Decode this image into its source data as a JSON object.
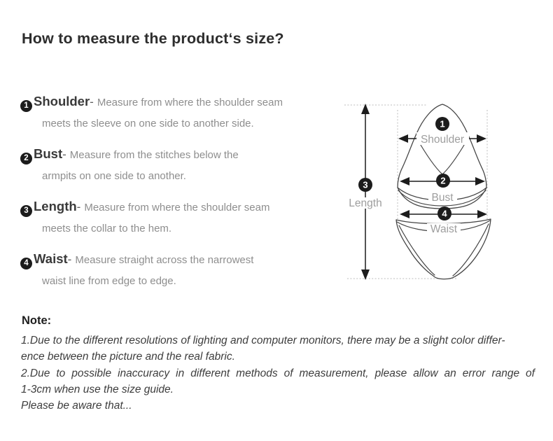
{
  "title": "How to measure the product‘s size?",
  "items": [
    {
      "num": "1",
      "name": "Shoulder",
      "dash": "-",
      "line1": "Measure from where the shoulder seam",
      "line2": "meets the sleeve on one side to another side."
    },
    {
      "num": "2",
      "name": "Bust",
      "dash": "-",
      "line1": "Measure from the stitches below the",
      "line2": "armpits on one side to another."
    },
    {
      "num": "3",
      "name": "Length",
      "dash": "-",
      "line1": "Measure from where the shoulder seam",
      "line2": "meets the collar to the hem."
    },
    {
      "num": "4",
      "name": "Waist",
      "dash": "-",
      "line1": "Measure straight across the narrowest",
      "line2": "waist line from edge to edge."
    }
  ],
  "diagram": {
    "shoulder": {
      "num": "1",
      "label": "Shoulder"
    },
    "bust": {
      "num": "2",
      "label": "Bust"
    },
    "length": {
      "num": "3",
      "label": "Length"
    },
    "waist": {
      "num": "4",
      "label": "Waist"
    }
  },
  "note": {
    "heading": "Note:",
    "lines": [
      {
        "text": "1.Due to the different resolutions of lighting and computer monitors, there may be a slight color differ-"
      },
      {
        "text": "ence between the picture and the real fabric."
      },
      {
        "text": "2.Due to possible inaccuracy in different methods of measurement, please allow an error range of"
      },
      {
        "text": "1-3cm when use the size guide."
      },
      {
        "text": "Please be aware that..."
      }
    ]
  },
  "colors": {
    "ink": "#2d2d2d",
    "desc_gray": "#8e8e8e",
    "diagram_label_gray": "#9e9e9e",
    "outline": "#454545",
    "badge": "#1c1c1c",
    "dotted": "#bdbdbd"
  }
}
